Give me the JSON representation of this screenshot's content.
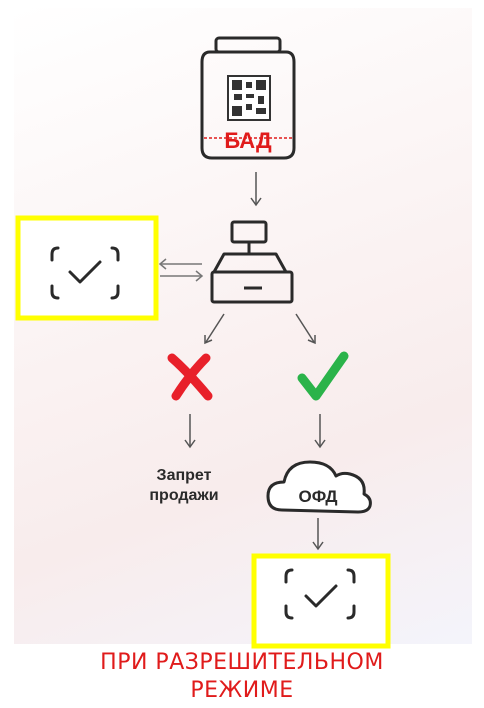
{
  "diagram": {
    "jar_label": "БАД",
    "cloud_label": "ОФД",
    "deny_label_line1": "Запрет",
    "deny_label_line2": "продажи",
    "caption_line1": "ПРИ РАЗРЕШИТЕЛЬНОМ",
    "caption_line2": "РЕЖИМЕ"
  },
  "colors": {
    "highlight_box": "#ffff00",
    "jar_label": "#e01b1b",
    "cross": "#e8202a",
    "check": "#2bb34a",
    "caption": "#e01b1b",
    "line": "#2a2a2a"
  },
  "icons": [
    "jar-icon",
    "qr-code-icon",
    "cash-register-icon",
    "scan-check-icon",
    "cross-icon",
    "checkmark-icon",
    "cloud-icon",
    "arrow-icon"
  ]
}
